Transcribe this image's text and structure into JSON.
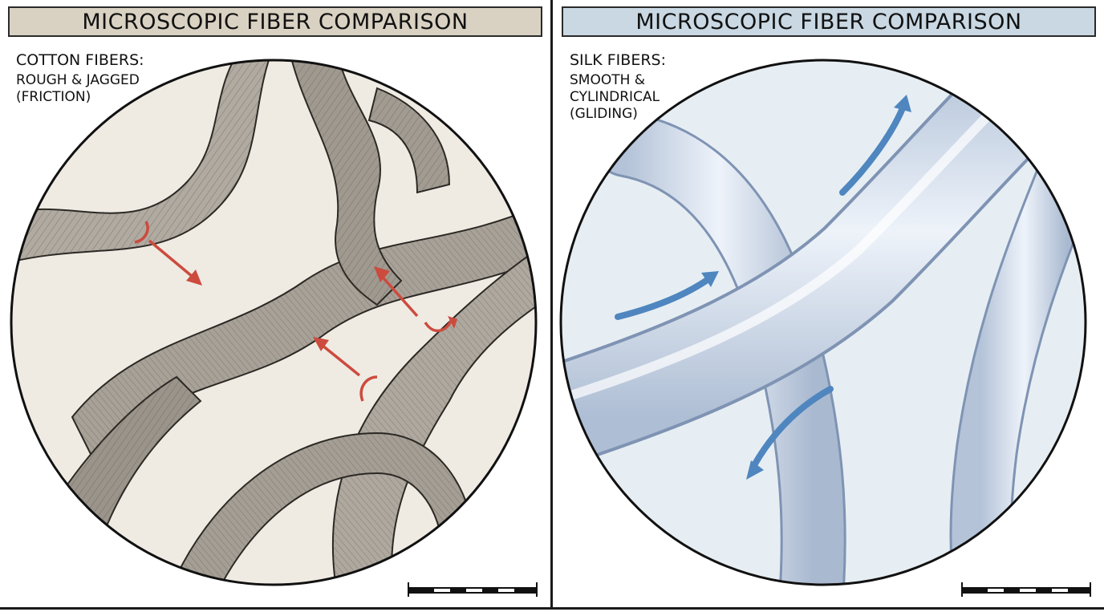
{
  "panels": [
    {
      "title": "MICROSCOPIC FIBER COMPARISON",
      "caption_heading": "COTTON FIBERS:",
      "caption_lines": [
        "ROUGH & JAGGED",
        "(FRICTION)"
      ],
      "bg_color": "#d9d2c3",
      "field_color": "#efebe3",
      "fiber_color": "#a9a39a",
      "arrow_color": "#cc4b3e"
    },
    {
      "title": "MICROSCOPIC FIBER COMPARISON",
      "caption_heading": "SILK FIBERS:",
      "caption_lines": [
        "SMOOTH &",
        "CYLINDRICAL",
        "(GLIDING)"
      ],
      "bg_color": "#c9d8e3",
      "field_color": "#e6eef3",
      "fiber_color": "#cfdcec",
      "arrow_color": "#4f86bf"
    }
  ]
}
